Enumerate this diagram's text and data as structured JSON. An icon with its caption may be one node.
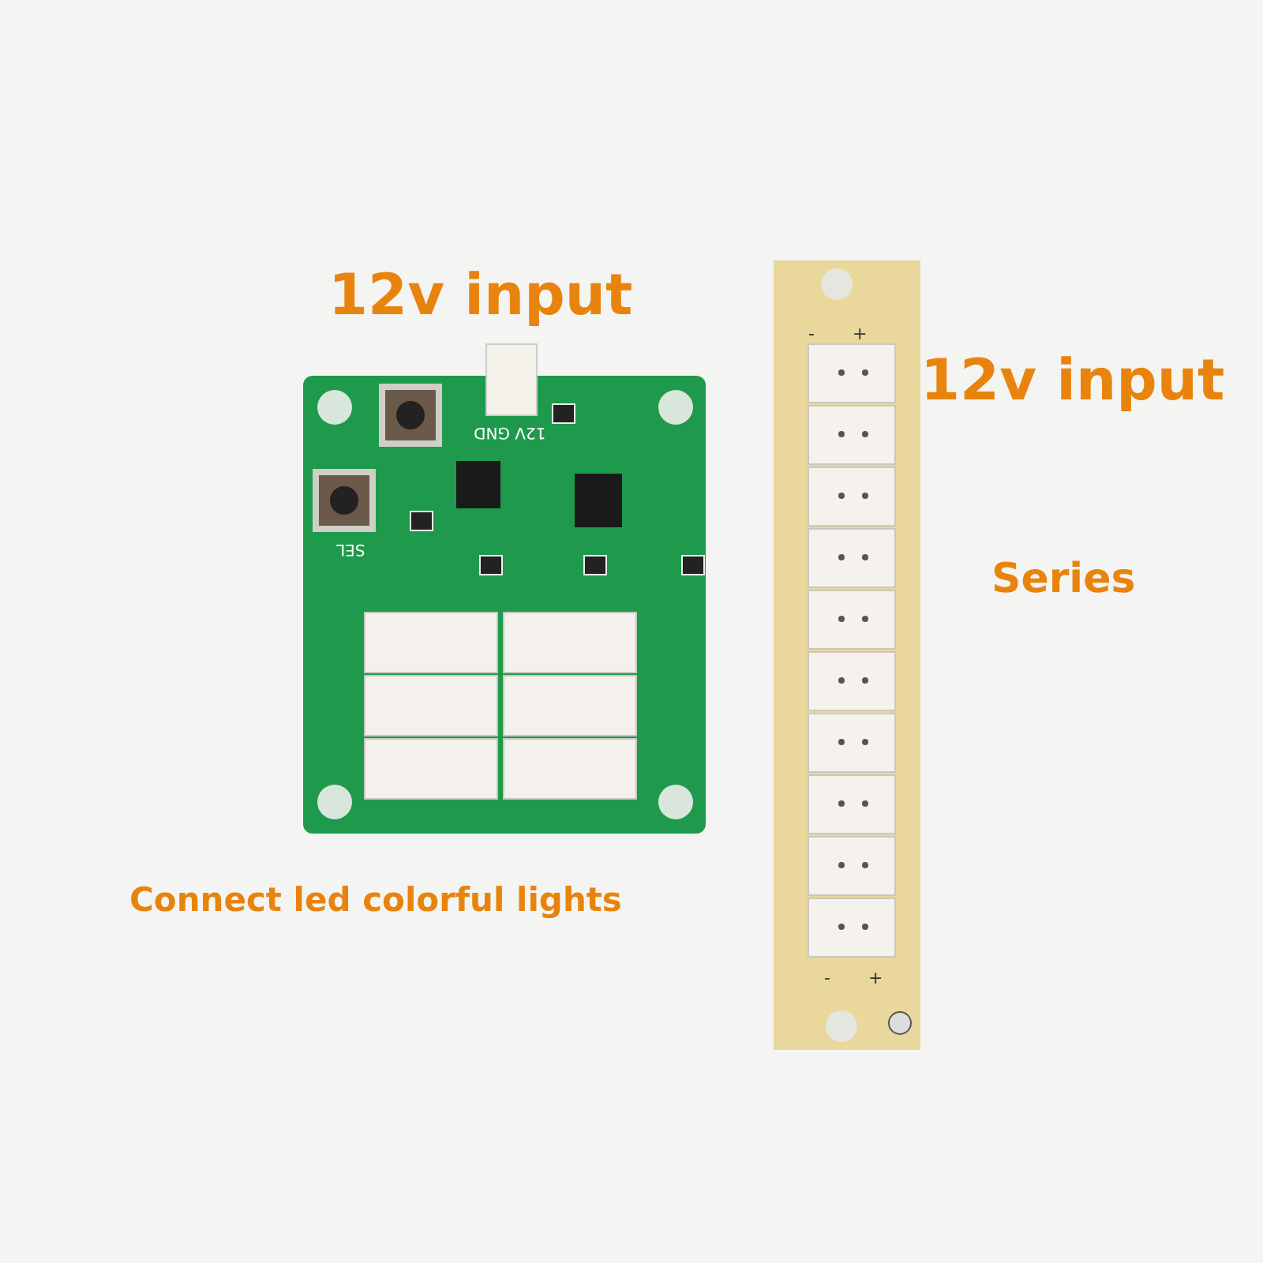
{
  "diagram": {
    "labels": [
      "12v input",
      "12v input",
      "Series",
      "Connect led colorful lights",
      "12V GND",
      "SEL",
      "-",
      "+",
      "-",
      "+"
    ]
  }
}
